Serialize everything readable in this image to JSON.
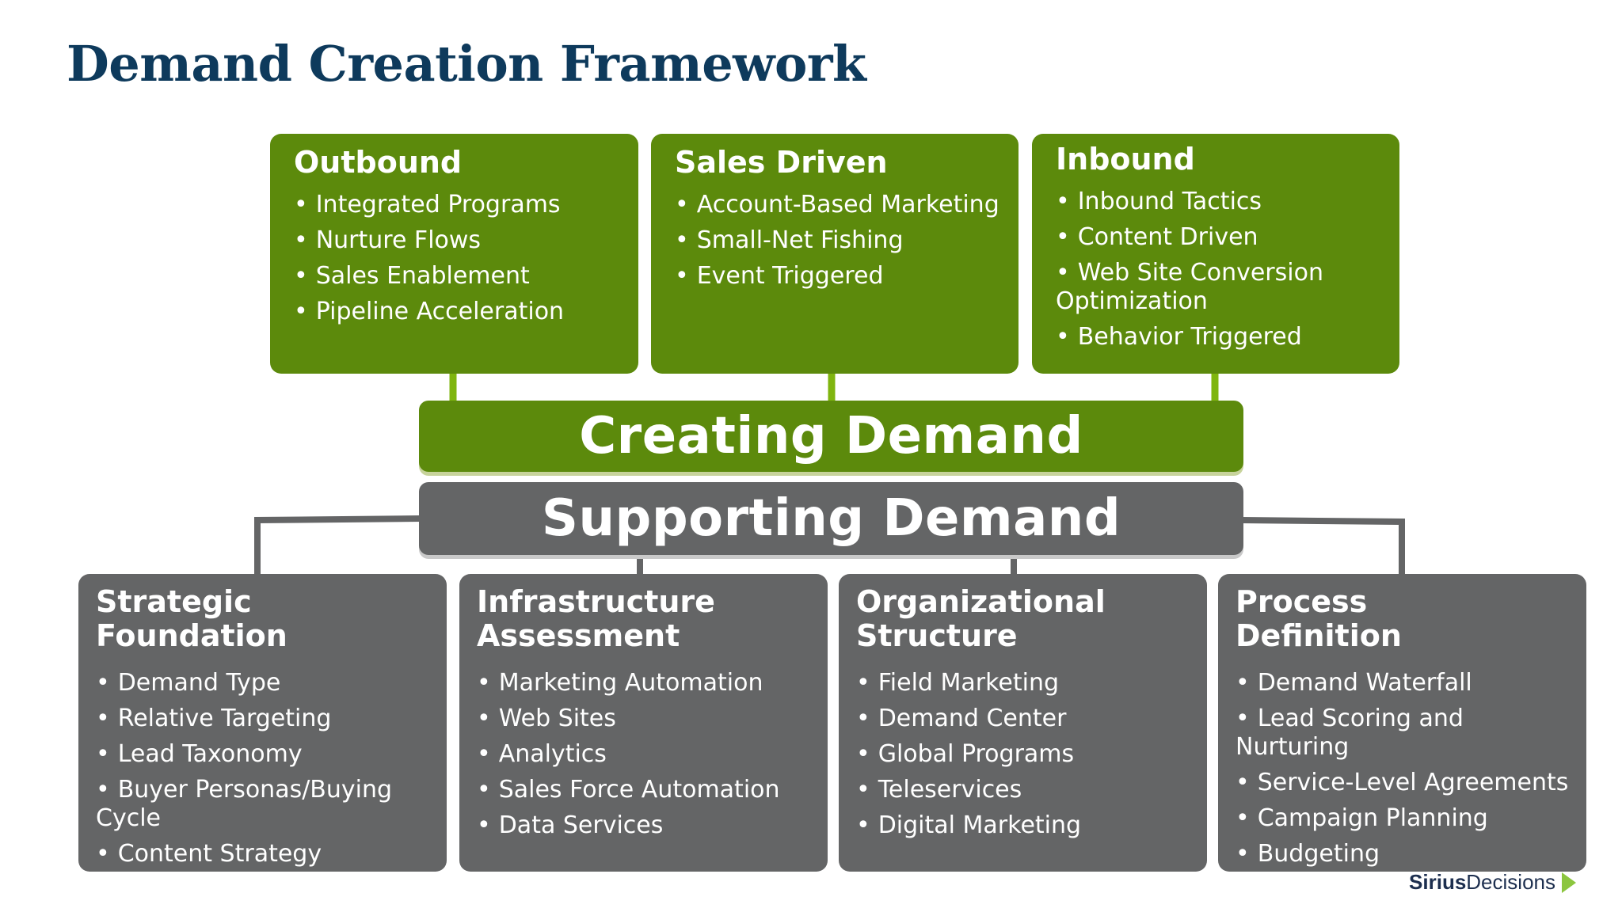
{
  "title": "Demand Creation Framework",
  "colors": {
    "green": "#5c8a0c",
    "gray": "#646566",
    "title_navy": "#0e3a5c",
    "connector_green": "#7fb50f",
    "logo_arrow": "#8cc63f"
  },
  "top_boxes": [
    {
      "title": "Outbound",
      "items": [
        "Integrated Programs",
        "Nurture Flows",
        "Sales Enablement",
        "Pipeline Acceleration"
      ]
    },
    {
      "title": "Sales Driven",
      "items": [
        "Account-Based Marketing",
        "Small-Net Fishing",
        "Event Triggered"
      ]
    },
    {
      "title": "Inbound",
      "items": [
        "Inbound Tactics",
        "Content Driven",
        "Web Site Conversion Optimization",
        "Behavior Triggered"
      ]
    }
  ],
  "creating_band": "Creating Demand",
  "supporting_band": "Supporting Demand",
  "bottom_boxes": [
    {
      "title_line1": "Strategic",
      "title_line2": "Foundation",
      "items": [
        "Demand Type",
        "Relative Targeting",
        "Lead Taxonomy",
        "Buyer Personas/Buying Cycle",
        "Content Strategy"
      ]
    },
    {
      "title_line1": "Infrastructure",
      "title_line2": "Assessment",
      "items": [
        "Marketing Automation",
        "Web Sites",
        "Analytics",
        "Sales Force Automation",
        "Data Services"
      ]
    },
    {
      "title_line1": "Organizational",
      "title_line2": "Structure",
      "items": [
        "Field Marketing",
        "Demand Center",
        "Global Programs",
        "Teleservices",
        "Digital Marketing"
      ]
    },
    {
      "title_line1": "Process",
      "title_line2": "Definition",
      "items": [
        "Demand Waterfall",
        "Lead Scoring and Nurturing",
        "Service-Level Agreements",
        "Campaign Planning",
        "Budgeting"
      ]
    }
  ],
  "logo": {
    "part1": "Sirius",
    "part2": "Decisions",
    "icon": "chevron-right-icon"
  }
}
